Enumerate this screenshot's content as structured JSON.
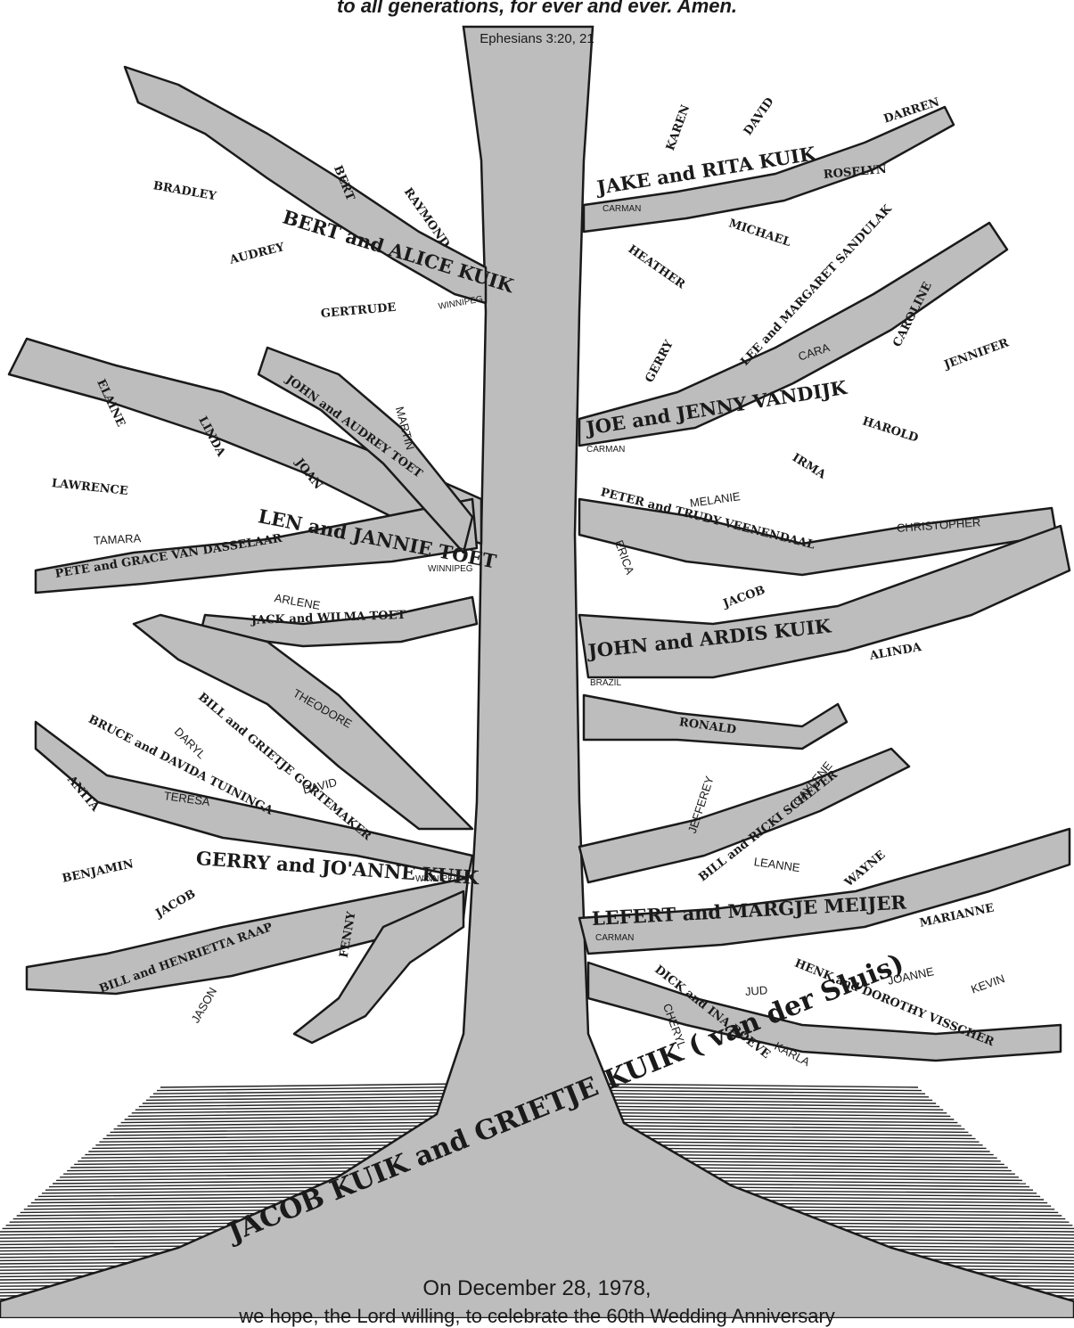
{
  "verse": "to all generations, for ever and ever. Amen.",
  "reference": "Ephesians 3:20, 21",
  "root_couple": "JACOB KUIK and GRIETJE KUIK ( van der Sluis)",
  "bottom_line_1": "On December 28, 1978,",
  "bottom_line_2": "we hope, the Lord willing, to celebrate the 60th Wedding Anniversary",
  "families": {
    "bert": {
      "couple": "BERT and ALICE KUIK",
      "place": "WINNIPEG",
      "children": {
        "bradley": "BRADLEY",
        "bert": "BERT",
        "raymond": "RAYMOND",
        "audrey": "AUDREY",
        "gertrude": "GERTRUDE"
      }
    },
    "jake": {
      "couple": "JAKE and RITA KUIK",
      "place": "CARMAN",
      "children": {
        "karen": "KAREN",
        "david": "DAVID",
        "darren": "DARREN",
        "roselyn": "ROSELYN",
        "michael": "MICHAEL",
        "heather": "HEATHER"
      }
    },
    "len": {
      "couple": "LEN and JANNIE TOET",
      "place": "WINNIPEG",
      "children": {
        "elaine": "ELAINE",
        "linda": "LINDA",
        "lawrence": "LAWRENCE",
        "joan": "JOAN",
        "martin": "MARTIN",
        "john_audrey": "JOHN and AUDREY TOET",
        "tamara": "TAMARA",
        "pete_grace": "PETE and GRACE VAN DASSELAAR",
        "arlene": "ARLENE",
        "jack_wilma": "JACK and WILMA TOET"
      }
    },
    "joe": {
      "couple": "JOE and JENNY VANDIJK",
      "place": "CARMAN",
      "children": {
        "gerry": "GERRY",
        "lee_margaret": "LEE and MARGARET SANDULAK",
        "cara": "CARA",
        "caroline": "CAROLINE",
        "jennifer": "JENNIFER",
        "harold": "HAROLD",
        "irma": "IRMA",
        "melanie": "MELANIE",
        "peter_trudy": "PETER and TRUDY VEENENDAAL",
        "christopher": "CHRISTOPHER",
        "erica": "ERICA"
      }
    },
    "john": {
      "couple": "JOHN and ARDIS KUIK",
      "place": "BRAZIL",
      "children": {
        "jacob": "JACOB",
        "alinda": "ALINDA",
        "ronald": "RONALD"
      }
    },
    "gerry": {
      "couple": "GERRY and JO'ANNE KUIK",
      "place": "WINNIPEG",
      "children": {
        "theodore": "THEODORE",
        "bill_grietje": "BILL and GRIETJE GORTEMAKER",
        "daryl": "DARYL",
        "bruce_davida": "BRUCE and DAVIDA TUININGA",
        "david": "DAVID",
        "teresa": "TERESA",
        "anita": "ANITA",
        "benjamin": "BENJAMIN",
        "jacob": "JACOB",
        "bill_henrietta": "BILL and HENRIETTA RAAP",
        "jason": "JASON",
        "fenny": "FENNY"
      }
    },
    "lefert": {
      "couple": "LEFERT and MARGJE MEIJER",
      "place": "CARMAN",
      "children": {
        "jefferey": "JEFFEREY",
        "gaylene": "GAYLENE",
        "bill_ricki": "BILL and RICKI SCHEPER",
        "leanne": "LEANNE",
        "wayne": "WAYNE",
        "marianne": "MARIANNE",
        "henk_dorothy": "HENK and DOROTHY VISSCHER",
        "joanne": "JOANNE",
        "kevin": "KEVIN",
        "dick_ina": "DICK and INA BOEVE",
        "jud": "JUD",
        "cheryl": "CHERYL",
        "karla": "KARLA"
      }
    }
  },
  "colors": {
    "branch_fill": "#bdbdbd",
    "outline": "#1a1a1a",
    "background": "#ffffff"
  }
}
